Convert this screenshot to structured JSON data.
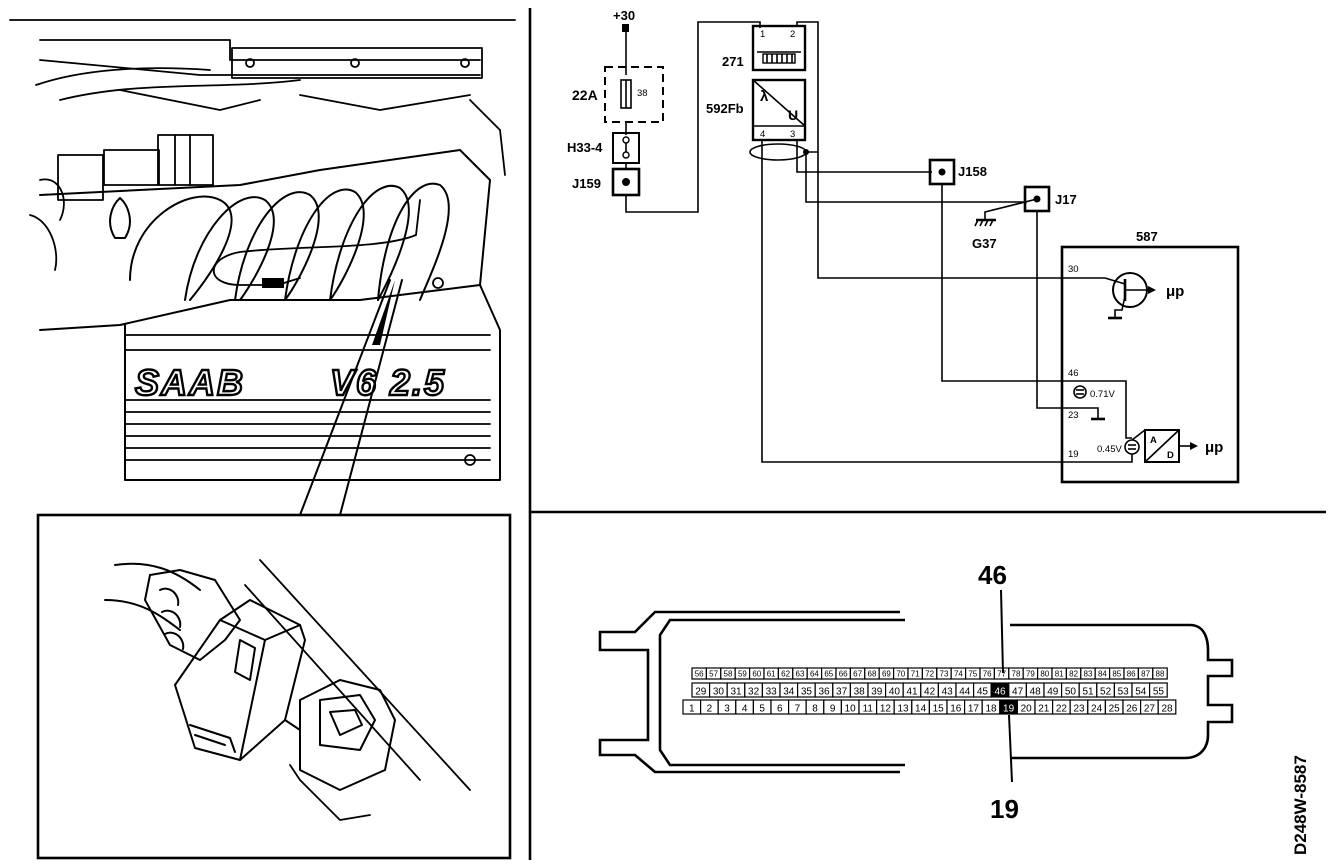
{
  "circuit": {
    "supply_label": "+30",
    "fuse_label": "22A",
    "fuse_value": "38",
    "connector_h33": "H33-4",
    "connector_j159": "J159",
    "relay_label": "271",
    "relay_pin_1": "1",
    "relay_pin_2": "2",
    "sensor_label": "592Fb",
    "sensor_symbol_lambda": "λ",
    "sensor_symbol_u": "U",
    "sensor_pin_4": "4",
    "sensor_pin_3": "3",
    "junction_j158": "J158",
    "junction_j17": "J17",
    "ground_label": "G37",
    "ecu_label": "587",
    "ecu_pin_30": "30",
    "ecu_pin_46": "46",
    "ecu_pin_23": "23",
    "ecu_pin_19": "19",
    "voltage_1": "0.71V",
    "voltage_2": "0.45V",
    "mu_p_1": "μp",
    "mu_p_2": "μp",
    "ad_a": "A",
    "ad_d": "D"
  },
  "engine": {
    "badge_brand": "SAAB",
    "badge_model": "V6 2.5"
  },
  "connector_block": {
    "highlight_top": "46",
    "highlight_bottom": "19",
    "row_top": [
      "56",
      "57",
      "58",
      "59",
      "60",
      "61",
      "62",
      "63",
      "64",
      "65",
      "66",
      "67",
      "68",
      "69",
      "70",
      "71",
      "72",
      "73",
      "74",
      "75",
      "76",
      "77",
      "78",
      "79",
      "80",
      "81",
      "82",
      "83",
      "84",
      "85",
      "86",
      "87",
      "88"
    ],
    "row_mid": [
      "29",
      "30",
      "31",
      "32",
      "33",
      "34",
      "35",
      "36",
      "37",
      "38",
      "39",
      "40",
      "41",
      "42",
      "43",
      "44",
      "45",
      "46",
      "47",
      "48",
      "49",
      "50",
      "51",
      "52",
      "53",
      "54",
      "55"
    ],
    "row_bottom": [
      "1",
      "2",
      "3",
      "4",
      "5",
      "6",
      "7",
      "8",
      "9",
      "10",
      "11",
      "12",
      "13",
      "14",
      "15",
      "16",
      "17",
      "18",
      "19",
      "20",
      "21",
      "22",
      "23",
      "24",
      "25",
      "26",
      "27",
      "28"
    ]
  },
  "document_id": "D248W-8587"
}
